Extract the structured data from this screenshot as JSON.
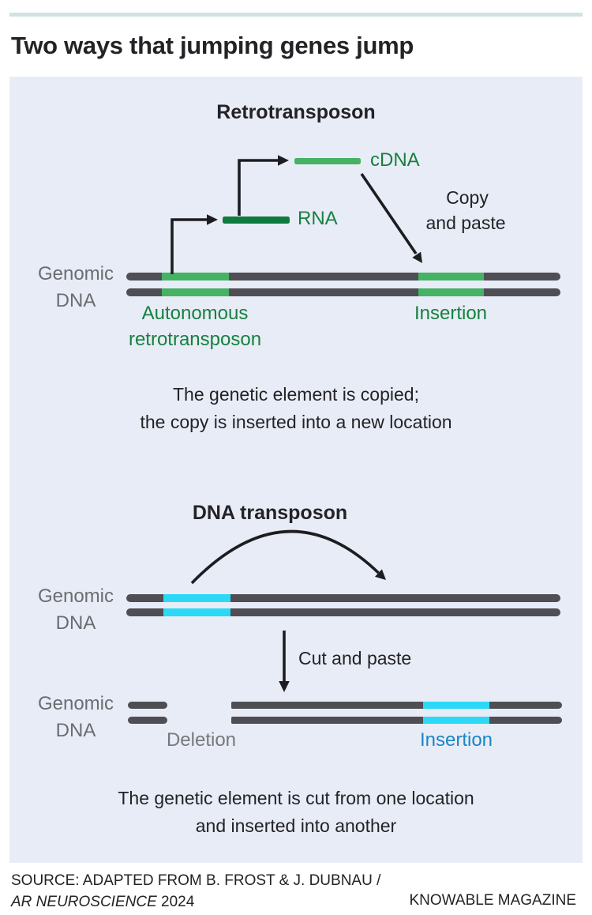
{
  "colors": {
    "panel_bg": "#e8ecf6",
    "top_rule": "#d2e1e3",
    "bar_gray": "#4e4e54",
    "green_light": "#45b264",
    "green_dark": "#0f7a3e",
    "green_label": "#17803f",
    "cyan": "#2bd9f6",
    "blue_label": "#1a86c8",
    "gray_label": "#6b6c71",
    "deletion_gray": "#77787d",
    "text_dark": "#232327",
    "arrow_black": "#1d1d21"
  },
  "header": {
    "title": "Two ways that jumping genes jump"
  },
  "retro": {
    "heading": "Retrotransposon",
    "cdna_label": "cDNA",
    "rna_label": "RNA",
    "copy_line1": "Copy",
    "copy_line2": "and paste",
    "genomic_line1": "Genomic",
    "genomic_line2": "DNA",
    "autonomous_line1": "Autonomous",
    "autonomous_line2": "retrotransposon",
    "insertion_label": "Insertion",
    "caption_line1": "The genetic element is copied;",
    "caption_line2": "the copy is inserted into a new location"
  },
  "dna": {
    "heading": "DNA transposon",
    "genomic_line1": "Genomic",
    "genomic_line2": "DNA",
    "cut_paste": "Cut and paste",
    "genomic2_line1": "Genomic",
    "genomic2_line2": "DNA",
    "deletion_label": "Deletion",
    "insertion_label": "Insertion",
    "caption_line1": "The genetic element is cut from one location",
    "caption_line2": "and inserted into another"
  },
  "footer": {
    "source_line1": "SOURCE: ADAPTED FROM B. FROST & J. DUBNAU /",
    "source_italic": "AR NEUROSCIENCE",
    "source_year": "2024",
    "credit": "KNOWABLE MAGAZINE"
  }
}
